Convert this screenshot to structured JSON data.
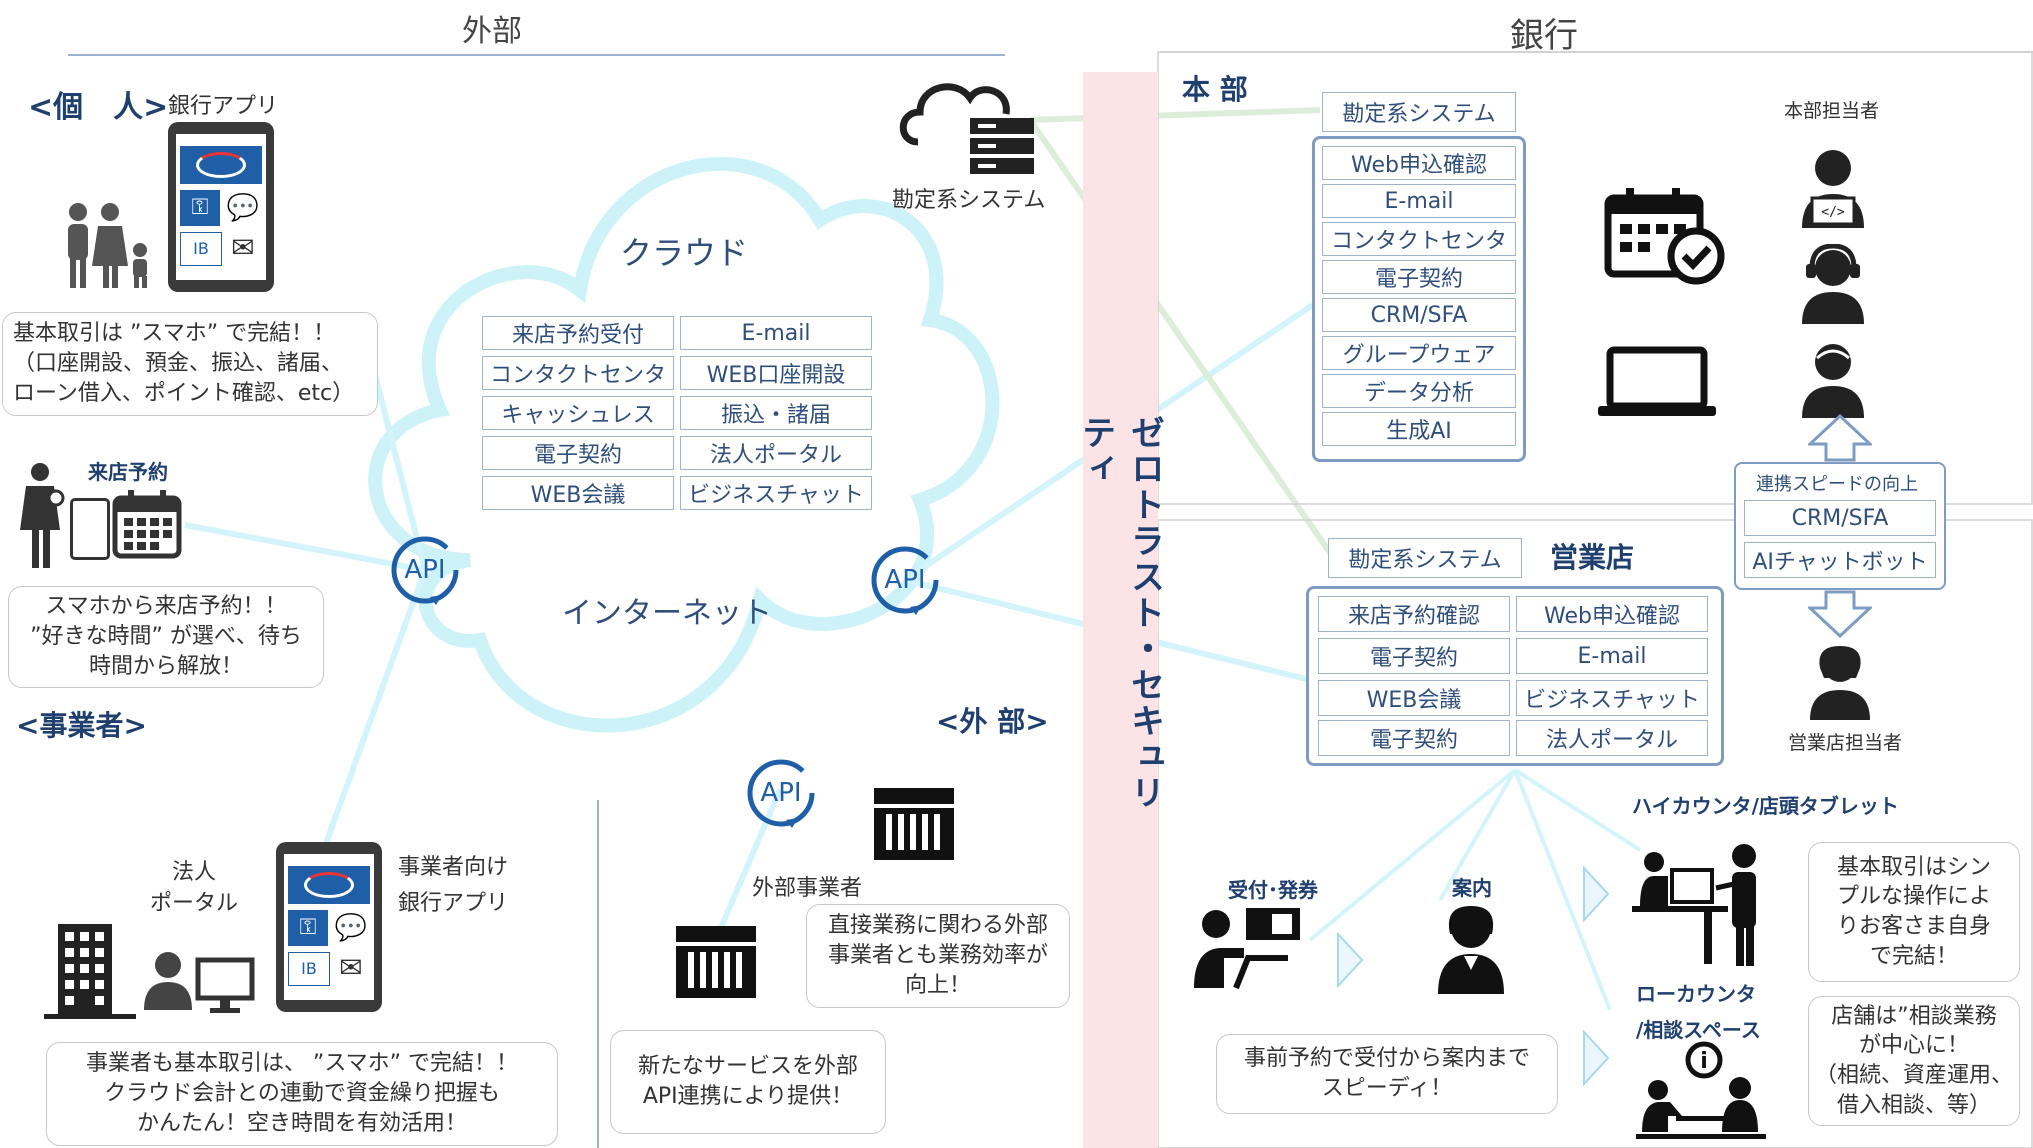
{
  "headers": {
    "external": "外部",
    "bank": "銀行"
  },
  "individual": {
    "title": "<個　人>",
    "app_label": "銀行アプリ",
    "ib_label": "IB",
    "bubble": [
      "基本取引は ”スマホ” で完結！！",
      "（口座開設、預金、振込、諸届、",
      "ローン借入、ポイント確認、etc）"
    ],
    "reservation_label": "来店予約",
    "reservation_bubble": [
      "スマホから来店予約！！",
      "”好きな時間” が選べ、待ち",
      "時間から解放！"
    ]
  },
  "business": {
    "title": "<事業者>",
    "portal_label": [
      "法人",
      "ポータル"
    ],
    "app_label": [
      "事業者向け",
      "銀行アプリ"
    ],
    "ib_label": "IB",
    "bubble": [
      "事業者も基本取引は、 ”スマホ” で完結！！",
      "クラウド会計との連動で資金繰り把握も",
      "かんたん！空き時間を有効活用！"
    ]
  },
  "cloud": {
    "title": "クラウド",
    "internet": "インターネット",
    "services": [
      [
        "来店予約受付",
        "E-mail"
      ],
      [
        "コンタクトセンタ",
        "WEB口座開設"
      ],
      [
        "キャッシュレス",
        "振込・諸届"
      ],
      [
        "電子契約",
        "法人ポータル"
      ],
      [
        "WEB会議",
        "ビジネスチャット"
      ]
    ],
    "core_label": "勘定系システム",
    "api": "API"
  },
  "external_vendor": {
    "title": "<外 部>",
    "vendor_label": "外部事業者",
    "bubble_direct": [
      "直接業務に関わる外部",
      "事業者とも業務効率が",
      "向上！"
    ],
    "bubble_new": [
      "新たなサービスを外部",
      "API連携により提供！"
    ]
  },
  "zero_trust": "ゼロトラスト・セキュリティ",
  "hq": {
    "title": "本 部",
    "core_label": "勘定系システム",
    "systems": [
      "Web申込確認",
      "E-mail",
      "コンタクトセンタ",
      "電子契約",
      "CRM/SFA",
      "グループウェア",
      "データ分析",
      "生成AI"
    ],
    "staff_label": "本部担当者",
    "link_title": "連携スピードの向上",
    "link_items": [
      "CRM/SFA",
      "AIチャットボット"
    ]
  },
  "branch": {
    "title": "営業店",
    "core_label": "勘定系システム",
    "systems": [
      [
        "来店予約確認",
        "Web申込確認"
      ],
      [
        "電子契約",
        "E-mail"
      ],
      [
        "WEB会議",
        "ビジネスチャット"
      ],
      [
        "電子契約",
        "法人ポータル"
      ]
    ],
    "staff_label": "営業店担当者",
    "reception_label": "受付･発券",
    "guide_label": "案内",
    "reception_bubble": [
      "事前予約で受付から案内まで",
      "スピーディ！"
    ],
    "high_counter": "ハイカウンタ/店頭タブレット",
    "high_bubble": [
      "基本取引はシン",
      "プルな操作によ",
      "りお客さま自身",
      "で完結！"
    ],
    "low_counter": [
      "ローカウンタ",
      "/相談スペース"
    ],
    "low_bubble": [
      "店舗は”相談業務",
      "が中心に！",
      "（相続、資産運用、",
      "借入相談、等）"
    ]
  },
  "colors": {
    "accent": "#1f5fa8",
    "cloud": "#c9f0f7",
    "zerotrust": "#fbe3e6",
    "panel_border": "#7d9cc2"
  }
}
